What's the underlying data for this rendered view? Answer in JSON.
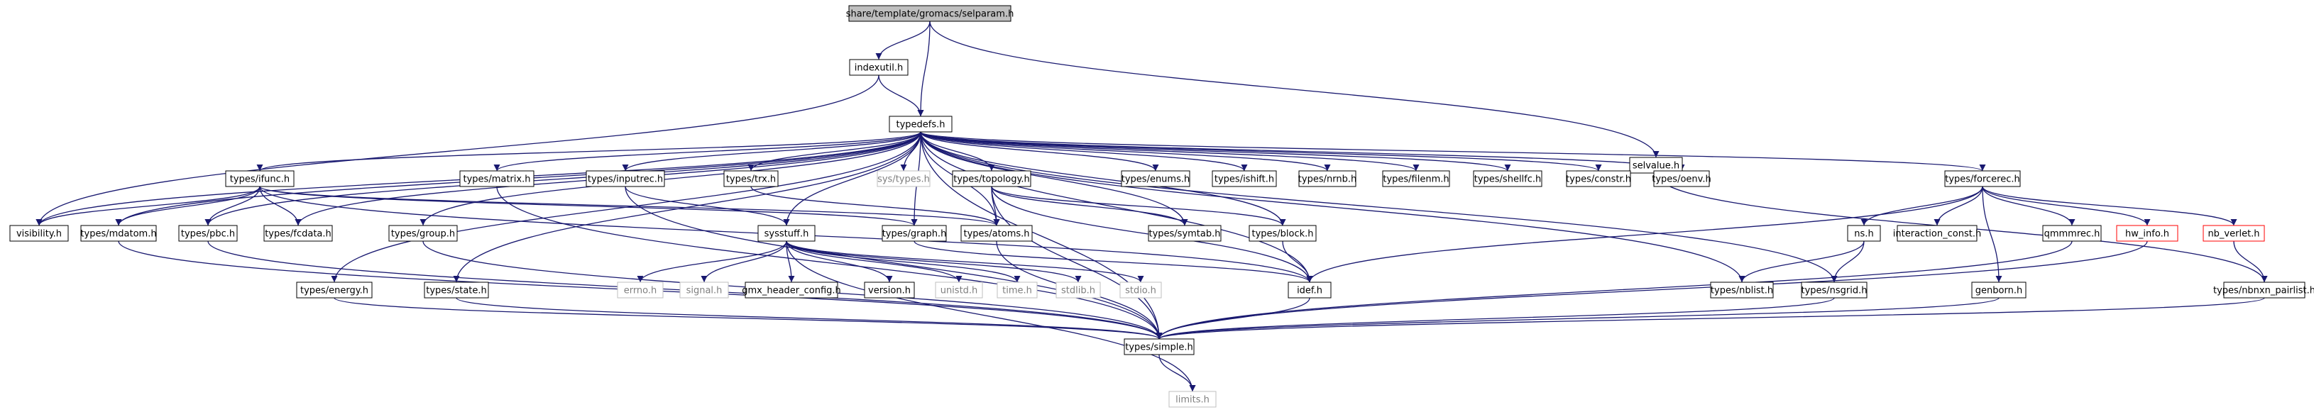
{
  "colors": {
    "edge": "#191970",
    "node_border": "#000000",
    "missing_border": "#bfbfbf",
    "missing_text": "#7f7f7f",
    "truncated_border": "#ff0000",
    "root_fill": "#bfbfbf",
    "node_fill": "#ffffff"
  },
  "nodes": [
    {
      "id": "selparam",
      "label": "share/template/gromacs/selparam.h",
      "kind": "root"
    },
    {
      "id": "indexutil",
      "label": "indexutil.h",
      "kind": "normal"
    },
    {
      "id": "typedefs",
      "label": "typedefs.h",
      "kind": "normal"
    },
    {
      "id": "selvalue",
      "label": "selvalue.h",
      "kind": "normal"
    },
    {
      "id": "visibility",
      "label": "visibility.h",
      "kind": "normal"
    },
    {
      "id": "ifunc",
      "label": "types/ifunc.h",
      "kind": "normal"
    },
    {
      "id": "mdatom",
      "label": "types/mdatom.h",
      "kind": "normal"
    },
    {
      "id": "pbc",
      "label": "types/pbc.h",
      "kind": "normal"
    },
    {
      "id": "fcdata",
      "label": "types/fcdata.h",
      "kind": "normal"
    },
    {
      "id": "group",
      "label": "types/group.h",
      "kind": "normal"
    },
    {
      "id": "energy",
      "label": "types/energy.h",
      "kind": "normal"
    },
    {
      "id": "state",
      "label": "types/state.h",
      "kind": "normal"
    },
    {
      "id": "matrix",
      "label": "types/matrix.h",
      "kind": "normal"
    },
    {
      "id": "inputrec",
      "label": "types/inputrec.h",
      "kind": "normal"
    },
    {
      "id": "trx",
      "label": "types/trx.h",
      "kind": "normal"
    },
    {
      "id": "systypes",
      "label": "sys/types.h",
      "kind": "missing"
    },
    {
      "id": "topology",
      "label": "types/topology.h",
      "kind": "normal"
    },
    {
      "id": "graph",
      "label": "types/graph.h",
      "kind": "normal"
    },
    {
      "id": "atoms",
      "label": "types/atoms.h",
      "kind": "normal"
    },
    {
      "id": "symtab",
      "label": "types/symtab.h",
      "kind": "normal"
    },
    {
      "id": "block",
      "label": "types/block.h",
      "kind": "normal"
    },
    {
      "id": "enums",
      "label": "types/enums.h",
      "kind": "normal"
    },
    {
      "id": "ishift",
      "label": "types/ishift.h",
      "kind": "normal"
    },
    {
      "id": "nrnb",
      "label": "types/nrnb.h",
      "kind": "normal"
    },
    {
      "id": "filenm",
      "label": "types/filenm.h",
      "kind": "normal"
    },
    {
      "id": "shellfc",
      "label": "types/shellfc.h",
      "kind": "normal"
    },
    {
      "id": "constr",
      "label": "types/constr.h",
      "kind": "normal"
    },
    {
      "id": "oenv",
      "label": "types/oenv.h",
      "kind": "normal"
    },
    {
      "id": "forcerec",
      "label": "types/forcerec.h",
      "kind": "normal"
    },
    {
      "id": "sysstuff",
      "label": "sysstuff.h",
      "kind": "normal"
    },
    {
      "id": "errno",
      "label": "errno.h",
      "kind": "missing"
    },
    {
      "id": "signal",
      "label": "signal.h",
      "kind": "missing"
    },
    {
      "id": "gmxheader",
      "label": "gmx_header_config.h",
      "kind": "normal"
    },
    {
      "id": "version",
      "label": "version.h",
      "kind": "normal"
    },
    {
      "id": "unistd",
      "label": "unistd.h",
      "kind": "missing"
    },
    {
      "id": "time",
      "label": "time.h",
      "kind": "missing"
    },
    {
      "id": "stdlib",
      "label": "stdlib.h",
      "kind": "missing"
    },
    {
      "id": "stdio",
      "label": "stdio.h",
      "kind": "missing"
    },
    {
      "id": "idef",
      "label": "idef.h",
      "kind": "normal"
    },
    {
      "id": "ns",
      "label": "ns.h",
      "kind": "normal"
    },
    {
      "id": "interaction",
      "label": "interaction_const.h",
      "kind": "normal"
    },
    {
      "id": "qmmmrec",
      "label": "qmmmrec.h",
      "kind": "normal"
    },
    {
      "id": "hwinfo",
      "label": "hw_info.h",
      "kind": "truncated"
    },
    {
      "id": "nbverlet",
      "label": "nb_verlet.h",
      "kind": "truncated"
    },
    {
      "id": "nblist",
      "label": "types/nblist.h",
      "kind": "normal"
    },
    {
      "id": "nsgrid",
      "label": "types/nsgrid.h",
      "kind": "normal"
    },
    {
      "id": "genborn",
      "label": "genborn.h",
      "kind": "normal"
    },
    {
      "id": "nbnxn",
      "label": "types/nbnxn_pairlist.h",
      "kind": "normal"
    },
    {
      "id": "simple",
      "label": "types/simple.h",
      "kind": "normal"
    },
    {
      "id": "limits",
      "label": "limits.h",
      "kind": "missing"
    }
  ],
  "edges": [
    [
      "selparam",
      "indexutil"
    ],
    [
      "selparam",
      "typedefs"
    ],
    [
      "selparam",
      "selvalue"
    ],
    [
      "indexutil",
      "typedefs"
    ],
    [
      "indexutil",
      "visibility"
    ],
    [
      "selvalue",
      "nbnxn"
    ],
    [
      "typedefs",
      "visibility"
    ],
    [
      "typedefs",
      "ifunc"
    ],
    [
      "typedefs",
      "mdatom"
    ],
    [
      "typedefs",
      "pbc"
    ],
    [
      "typedefs",
      "fcdata"
    ],
    [
      "typedefs",
      "group"
    ],
    [
      "typedefs",
      "energy"
    ],
    [
      "typedefs",
      "state"
    ],
    [
      "typedefs",
      "matrix"
    ],
    [
      "typedefs",
      "inputrec"
    ],
    [
      "typedefs",
      "trx"
    ],
    [
      "typedefs",
      "systypes"
    ],
    [
      "typedefs",
      "topology"
    ],
    [
      "typedefs",
      "graph"
    ],
    [
      "typedefs",
      "atoms"
    ],
    [
      "typedefs",
      "symtab"
    ],
    [
      "typedefs",
      "block"
    ],
    [
      "typedefs",
      "enums"
    ],
    [
      "typedefs",
      "ishift"
    ],
    [
      "typedefs",
      "nrnb"
    ],
    [
      "typedefs",
      "filenm"
    ],
    [
      "typedefs",
      "shellfc"
    ],
    [
      "typedefs",
      "constr"
    ],
    [
      "typedefs",
      "oenv"
    ],
    [
      "typedefs",
      "forcerec"
    ],
    [
      "typedefs",
      "sysstuff"
    ],
    [
      "typedefs",
      "idef"
    ],
    [
      "typedefs",
      "nblist"
    ],
    [
      "typedefs",
      "nsgrid"
    ],
    [
      "typedefs",
      "simple"
    ],
    [
      "ifunc",
      "visibility"
    ],
    [
      "ifunc",
      "mdatom"
    ],
    [
      "ifunc",
      "pbc"
    ],
    [
      "ifunc",
      "fcdata"
    ],
    [
      "ifunc",
      "graph"
    ],
    [
      "ifunc",
      "atoms"
    ],
    [
      "ifunc",
      "idef"
    ],
    [
      "mdatom",
      "simple"
    ],
    [
      "pbc",
      "simple"
    ],
    [
      "group",
      "simple"
    ],
    [
      "energy",
      "simple"
    ],
    [
      "state",
      "simple"
    ],
    [
      "matrix",
      "simple"
    ],
    [
      "inputrec",
      "sysstuff"
    ],
    [
      "inputrec",
      "simple"
    ],
    [
      "trx",
      "atoms"
    ],
    [
      "topology",
      "atoms"
    ],
    [
      "topology",
      "symtab"
    ],
    [
      "topology",
      "block"
    ],
    [
      "topology",
      "idef"
    ],
    [
      "topology",
      "simple"
    ],
    [
      "graph",
      "idef"
    ],
    [
      "atoms",
      "simple"
    ],
    [
      "block",
      "idef"
    ],
    [
      "sysstuff",
      "errno"
    ],
    [
      "sysstuff",
      "signal"
    ],
    [
      "sysstuff",
      "gmxheader"
    ],
    [
      "sysstuff",
      "version"
    ],
    [
      "sysstuff",
      "unistd"
    ],
    [
      "sysstuff",
      "time"
    ],
    [
      "sysstuff",
      "stdlib"
    ],
    [
      "sysstuff",
      "stdio"
    ],
    [
      "sysstuff",
      "limits"
    ],
    [
      "idef",
      "simple"
    ],
    [
      "forcerec",
      "idef"
    ],
    [
      "forcerec",
      "ns"
    ],
    [
      "forcerec",
      "interaction"
    ],
    [
      "forcerec",
      "genborn"
    ],
    [
      "forcerec",
      "qmmmrec"
    ],
    [
      "forcerec",
      "hwinfo"
    ],
    [
      "forcerec",
      "nbverlet"
    ],
    [
      "ns",
      "nblist"
    ],
    [
      "ns",
      "nsgrid"
    ],
    [
      "nsgrid",
      "simple"
    ],
    [
      "genborn",
      "simple"
    ],
    [
      "qmmmrec",
      "simple"
    ],
    [
      "hwinfo",
      "simple"
    ],
    [
      "nbverlet",
      "nbnxn"
    ],
    [
      "nbnxn",
      "simple"
    ],
    [
      "simple",
      "limits"
    ]
  ]
}
